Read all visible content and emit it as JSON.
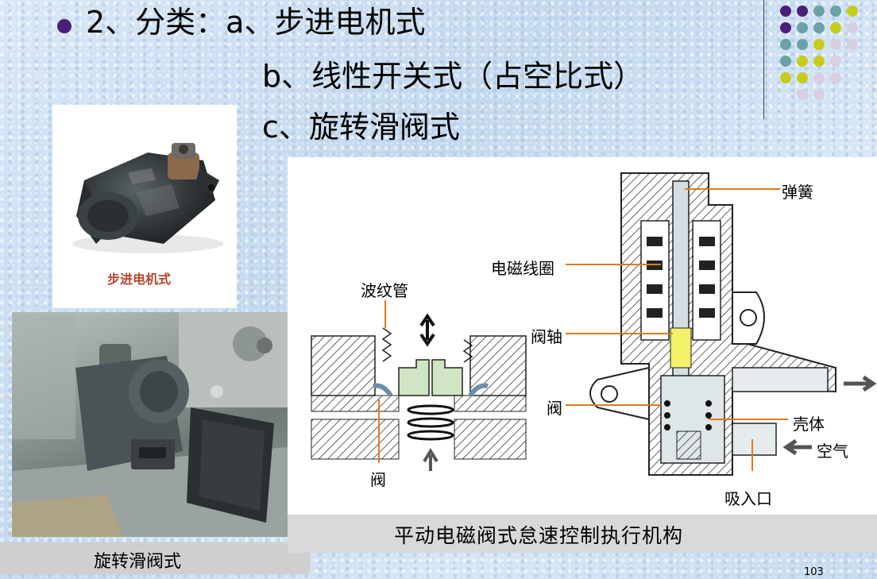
{
  "slide": {
    "line1": "2、分类：a、步进电机式",
    "line2": "b、线性开关式（占空比式）",
    "line3": "c、旋转滑阀式",
    "page_number": "103"
  },
  "stepper_photo": {
    "caption": "步进电机式"
  },
  "rotary_photo": {
    "caption": "旋转滑阀式"
  },
  "diagram": {
    "caption": "平动电磁阀式怠速控制执行机构",
    "labels": {
      "bellows": "波纹管",
      "valve_left": "阀",
      "spring": "弹簧",
      "coil": "电磁线圈",
      "valve_shaft": "阀轴",
      "valve_right": "阀",
      "housing": "壳体",
      "air": "空气",
      "intake": "吸入口"
    }
  },
  "colors": {
    "bullet": "#4b1f79",
    "leader_line": "#e07b1c",
    "dot_purple": "#4b1f79",
    "dot_teal": "#6aa2a5",
    "dot_lime": "#c6cc1c",
    "dot_lilac": "#d9cfe0"
  }
}
